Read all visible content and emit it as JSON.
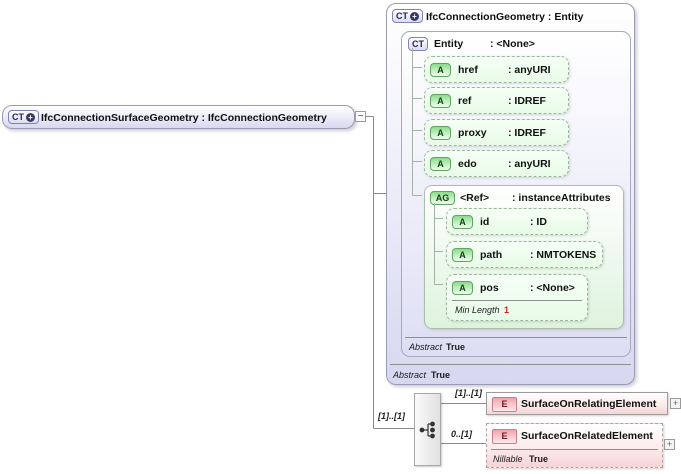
{
  "ui": {
    "collapse_glyph": "−",
    "expand_glyph": "+",
    "badge_plus_glyph": "+"
  },
  "main_type": {
    "badge": "CT",
    "title": "IfcConnectionSurfaceGeometry : IfcConnectionGeometry"
  },
  "base_type": {
    "badge": "CT",
    "title": "IfcConnectionGeometry : Entity",
    "facet": {
      "label": "Abstract",
      "value": "True"
    },
    "entity": {
      "badge": "CT",
      "name": "Entity",
      "type": ": <None>",
      "facet": {
        "label": "Abstract",
        "value": "True"
      },
      "attributes": [
        {
          "badge": "A",
          "name": "href",
          "type": ": anyURI"
        },
        {
          "badge": "A",
          "name": "ref",
          "type": ": IDREF"
        },
        {
          "badge": "A",
          "name": "proxy",
          "type": ": IDREF"
        },
        {
          "badge": "A",
          "name": "edo",
          "type": ": anyURI"
        }
      ],
      "attribute_group": {
        "badge": "AG",
        "name": "<Ref>",
        "type": ": instanceAttributes",
        "attributes": [
          {
            "badge": "A",
            "name": "id",
            "type": ": ID"
          },
          {
            "badge": "A",
            "name": "path",
            "type": ": NMTOKENS"
          },
          {
            "badge": "A",
            "name": "pos",
            "type": ": <None>",
            "facet": {
              "label": "Min Length",
              "value": "1"
            }
          }
        ]
      }
    }
  },
  "sequence": {
    "incoming_cardinality": "[1]..[1]",
    "elements": [
      {
        "badge": "E",
        "name": "SurfaceOnRelatingElement",
        "cardinality": "[1]..[1]"
      },
      {
        "badge": "E",
        "name": "SurfaceOnRelatedElement",
        "cardinality": "0..[1]",
        "facet": {
          "label": "Nillable",
          "value": "True"
        }
      }
    ]
  }
}
